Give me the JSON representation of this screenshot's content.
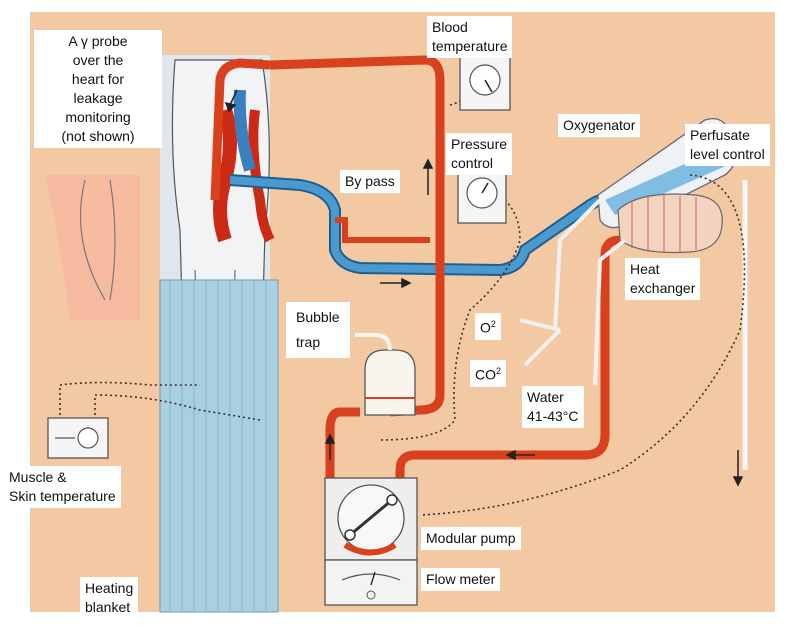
{
  "labels": {
    "gamma_probe": [
      "A  γ probe",
      "over the",
      "heart for",
      "leakage",
      "monitoring",
      "(not shown)"
    ],
    "blood_temperature": [
      "Blood",
      "temperature"
    ],
    "pressure_control": [
      "Pressure",
      "control"
    ],
    "oxygenator": "Oxygenator",
    "perfusate_level_control": [
      "Perfusate",
      "level control"
    ],
    "by_pass": "By pass",
    "heat_exchanger": [
      "Heat",
      "exchanger"
    ],
    "bubble_trap": [
      "Bubble",
      "trap"
    ],
    "o2": {
      "base": "O",
      "sup": "2"
    },
    "co2": {
      "base": "CO",
      "sup": "2"
    },
    "water": [
      "Water",
      "41-43°C"
    ],
    "muscle_skin_temperature": [
      "Muscle &",
      "Skin temperature"
    ],
    "modular_pump": "Modular pump",
    "flow_meter": "Flow meter",
    "heating_blanket": [
      "Heating",
      "blanket"
    ]
  },
  "colors": {
    "background": "#f3c9a3",
    "arterial_tube": "#d8401e",
    "venous_tube": "#3d8ec5",
    "blanket": "#a9cfe0",
    "cable": "#3a3028"
  }
}
